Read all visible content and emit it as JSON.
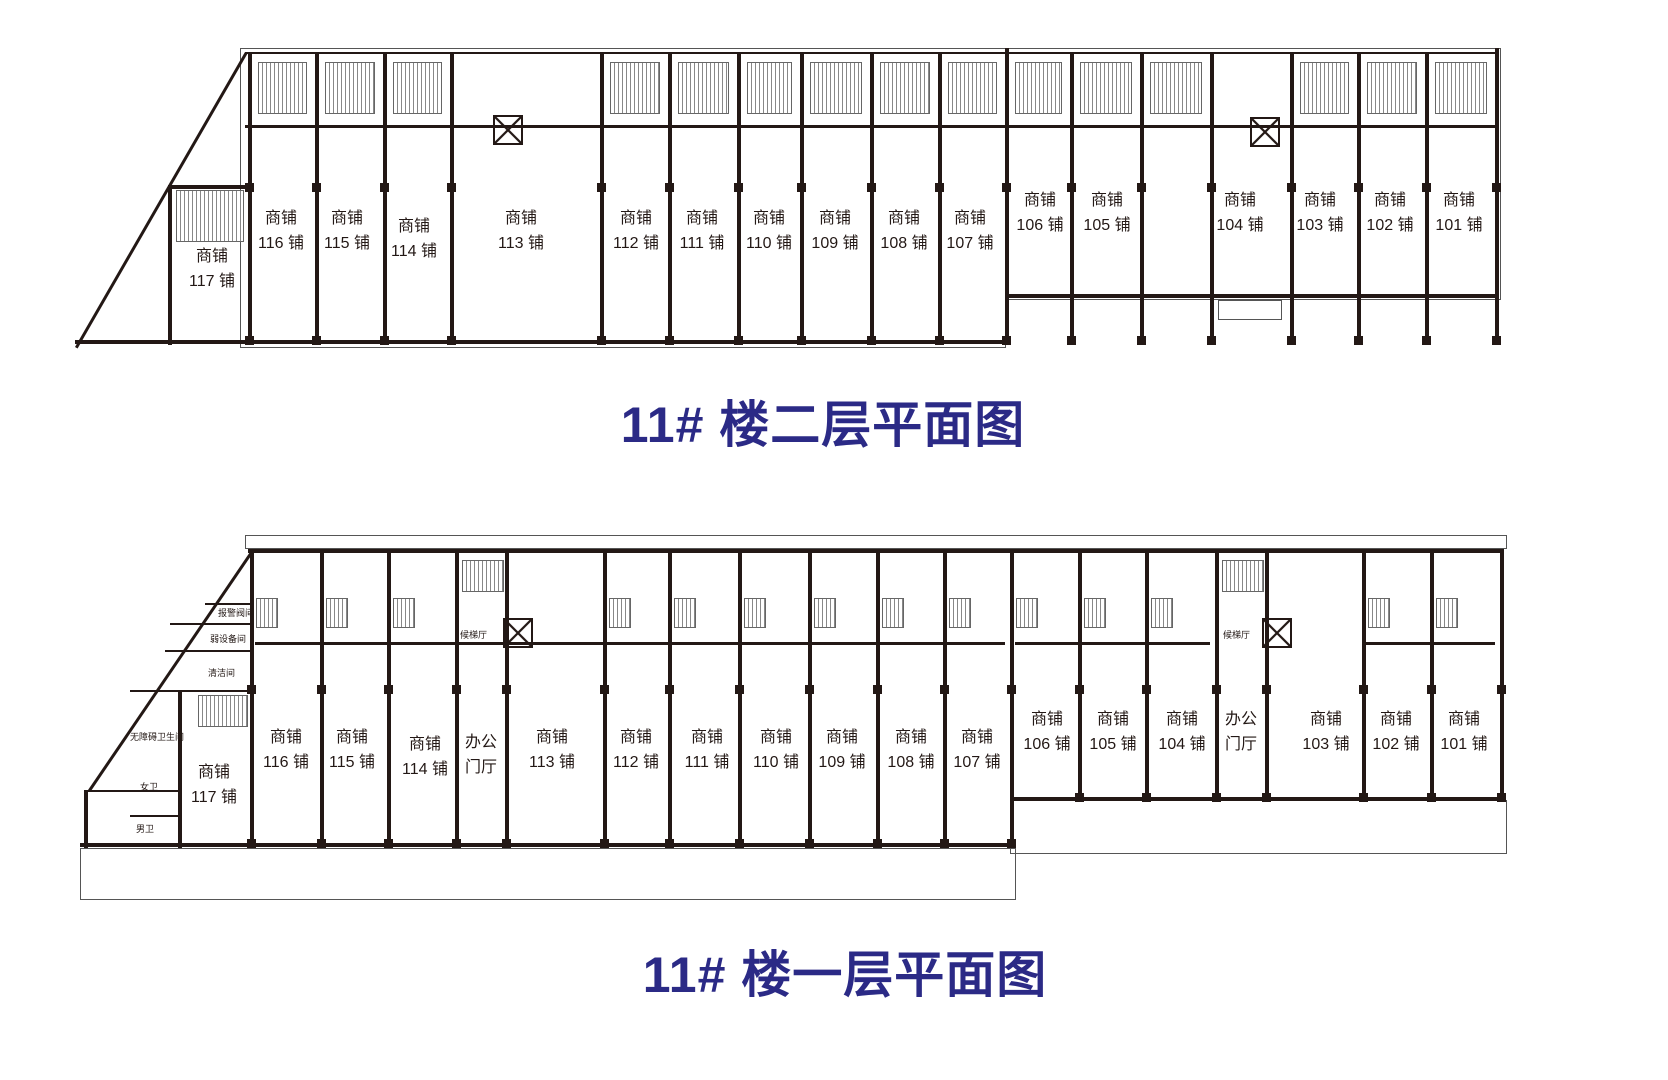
{
  "floor2": {
    "title": "11# 楼二层平面图",
    "units": [
      {
        "name": "商铺",
        "no": "117 铺"
      },
      {
        "name": "商铺",
        "no": "116 铺"
      },
      {
        "name": "商铺",
        "no": "115 铺"
      },
      {
        "name": "商铺",
        "no": "114 铺"
      },
      {
        "name": "商铺",
        "no": "113 铺"
      },
      {
        "name": "商铺",
        "no": "112 铺"
      },
      {
        "name": "商铺",
        "no": "111 铺"
      },
      {
        "name": "商铺",
        "no": "110 铺"
      },
      {
        "name": "商铺",
        "no": "109 铺"
      },
      {
        "name": "商铺",
        "no": "108 铺"
      },
      {
        "name": "商铺",
        "no": "107 铺"
      },
      {
        "name": "商铺",
        "no": "106 铺"
      },
      {
        "name": "商铺",
        "no": "105 铺"
      },
      {
        "name": "商铺",
        "no": "104 铺"
      },
      {
        "name": "商铺",
        "no": "103 铺"
      },
      {
        "name": "商铺",
        "no": "102 铺"
      },
      {
        "name": "商铺",
        "no": "101 铺"
      }
    ]
  },
  "floor1": {
    "title": "11# 楼一层平面图",
    "units": [
      {
        "name": "商铺",
        "no": "117 铺"
      },
      {
        "name": "商铺",
        "no": "116 铺"
      },
      {
        "name": "商铺",
        "no": "115 铺"
      },
      {
        "name": "商铺",
        "no": "114 铺"
      },
      {
        "name": "办公",
        "no": "门厅"
      },
      {
        "name": "商铺",
        "no": "113 铺"
      },
      {
        "name": "商铺",
        "no": "112 铺"
      },
      {
        "name": "商铺",
        "no": "111 铺"
      },
      {
        "name": "商铺",
        "no": "110 铺"
      },
      {
        "name": "商铺",
        "no": "109 铺"
      },
      {
        "name": "商铺",
        "no": "108 铺"
      },
      {
        "name": "商铺",
        "no": "107 铺"
      },
      {
        "name": "商铺",
        "no": "106 铺"
      },
      {
        "name": "商铺",
        "no": "105 铺"
      },
      {
        "name": "商铺",
        "no": "104 铺"
      },
      {
        "name": "办公",
        "no": "门厅"
      },
      {
        "name": "商铺",
        "no": "103 铺"
      },
      {
        "name": "商铺",
        "no": "102 铺"
      },
      {
        "name": "商铺",
        "no": "101 铺"
      }
    ],
    "rooms": [
      "报警阀间",
      "弱设备间",
      "清洁间",
      "无障碍卫生间",
      "女卫",
      "男卫",
      "候梯厅",
      "候梯厅"
    ]
  }
}
